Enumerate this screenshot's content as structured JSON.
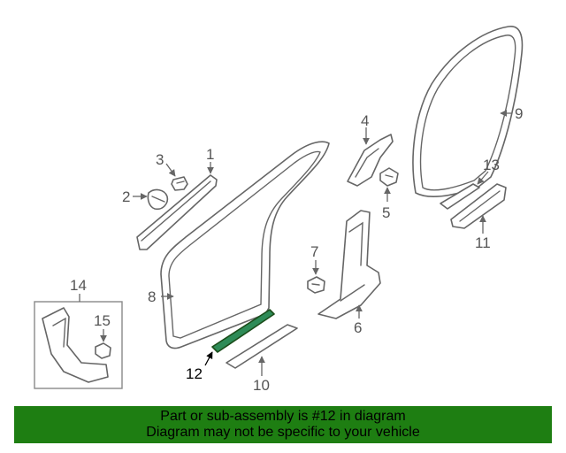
{
  "diagram": {
    "callouts": [
      "1",
      "2",
      "3",
      "4",
      "5",
      "6",
      "7",
      "8",
      "9",
      "10",
      "11",
      "12",
      "13",
      "14",
      "15"
    ],
    "highlighted_part": "12",
    "highlight_color": "#2e8b57"
  },
  "banner": {
    "line1": "Part or sub-assembly is #12 in diagram",
    "line2": "Diagram may not be specific to your vehicle",
    "background": "#1e7e12"
  }
}
